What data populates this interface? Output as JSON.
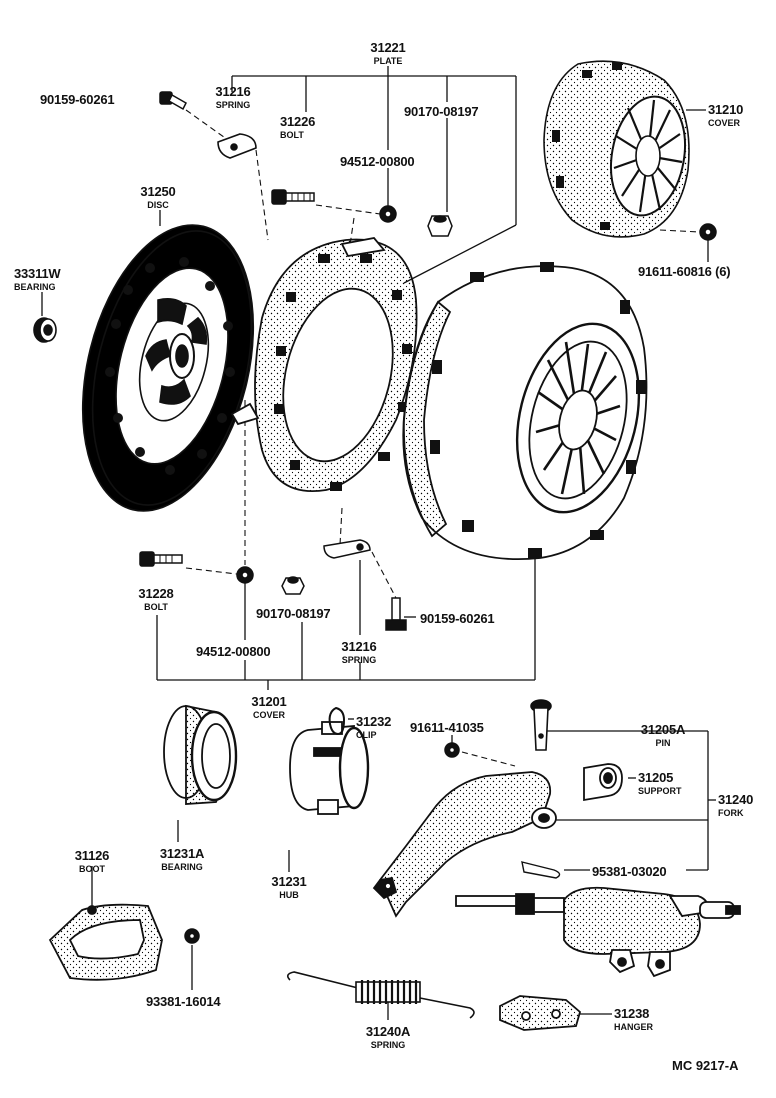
{
  "figure_code": "MC 9217-A",
  "parts": {
    "p31221": {
      "num": "31221",
      "cap": "PLATE"
    },
    "p90159_top": {
      "num": "90159-60261",
      "cap": ""
    },
    "p31216_top": {
      "num": "31216",
      "cap": "SPRING"
    },
    "p31226": {
      "num": "31226",
      "cap": "BOLT"
    },
    "p90170_top": {
      "num": "90170-08197",
      "cap": ""
    },
    "p94512_top": {
      "num": "94512-00800",
      "cap": ""
    },
    "p31210": {
      "num": "31210",
      "cap": "COVER"
    },
    "p91611_6": {
      "num": "91611-60816 (6)",
      "cap": ""
    },
    "p31250": {
      "num": "31250",
      "cap": "DISC"
    },
    "p33311w": {
      "num": "33311W",
      "cap": "BEARING"
    },
    "p31228": {
      "num": "31228",
      "cap": "BOLT"
    },
    "p90170_bot": {
      "num": "90170-08197",
      "cap": ""
    },
    "p94512_bot": {
      "num": "94512-00800",
      "cap": ""
    },
    "p90159_bot": {
      "num": "90159-60261",
      "cap": ""
    },
    "p31216_bot": {
      "num": "31216",
      "cap": "SPRING"
    },
    "p31201": {
      "num": "31201",
      "cap": "COVER"
    },
    "p31232": {
      "num": "31232",
      "cap": "CLIP"
    },
    "p91611_41035": {
      "num": "91611-41035",
      "cap": ""
    },
    "p31205a": {
      "num": "31205A",
      "cap": "PIN"
    },
    "p31205": {
      "num": "31205",
      "cap": "SUPPORT"
    },
    "p31240": {
      "num": "31240",
      "cap": "FORK"
    },
    "p95381": {
      "num": "95381-03020",
      "cap": ""
    },
    "p31231a": {
      "num": "31231A",
      "cap": "BEARING"
    },
    "p31231": {
      "num": "31231",
      "cap": "HUB"
    },
    "p31126": {
      "num": "31126",
      "cap": "BOOT"
    },
    "p93381": {
      "num": "93381-16014",
      "cap": ""
    },
    "p31240a": {
      "num": "31240A",
      "cap": "SPRING"
    },
    "p31238": {
      "num": "31238",
      "cap": "HANGER"
    }
  }
}
